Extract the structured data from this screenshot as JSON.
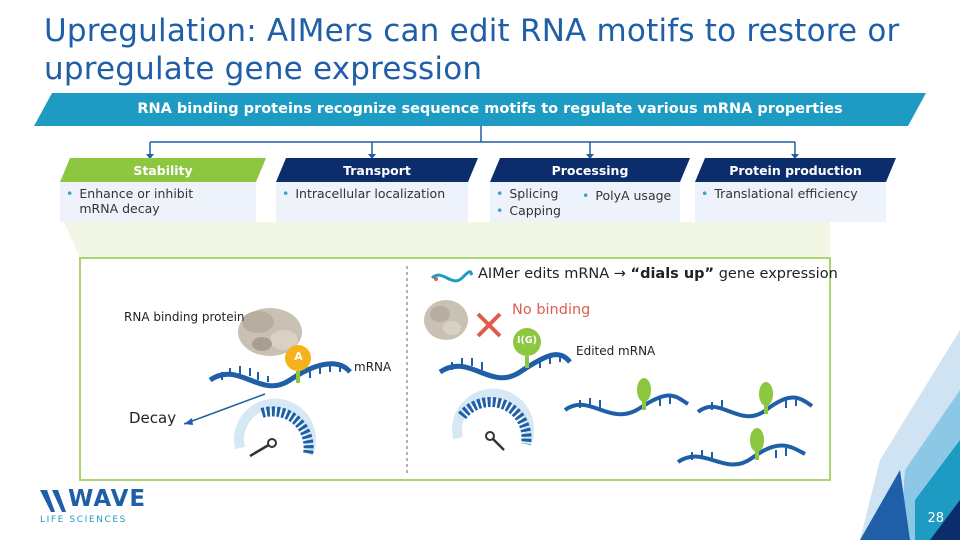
{
  "slide": {
    "title": "Upregulation: AIMers can edit RNA motifs to restore or upregulate gene expression",
    "banner": "RNA binding proteins recognize sequence motifs to regulate various mRNA properties",
    "page_number": "28"
  },
  "categories": [
    {
      "label": "Stability",
      "color": "#8dc63f",
      "bullets": [
        "Enhance or inhibit mRNA decay"
      ]
    },
    {
      "label": "Transport",
      "color": "#0b2d6b",
      "bullets": [
        "Intracellular localization"
      ]
    },
    {
      "label": "Processing",
      "color": "#0b2d6b",
      "bullets": [
        "Splicing",
        "Capping",
        "PolyA usage"
      ]
    },
    {
      "label": "Protein production",
      "color": "#0b2d6b",
      "bullets": [
        "Translational efficiency"
      ]
    }
  ],
  "diagram": {
    "left": {
      "rbp_label": "RNA binding protein",
      "mrna_label": "mRNA",
      "nucleotide": "A",
      "decay_label": "Decay"
    },
    "right": {
      "header_prefix": "AIMer edits mRNA → ",
      "header_bold": "“dials up”",
      "header_suffix": " gene expression",
      "no_binding": "No binding",
      "edited_mrna_label": "Edited mRNA",
      "edited_nucleotide": "I(G)"
    }
  },
  "logo": {
    "name": "WAVE",
    "sub": "LIFE SCIENCES"
  },
  "colors": {
    "title": "#1f5fa8",
    "banner": "#1e9bc2",
    "green": "#8dc63f",
    "navy": "#0b2d6b",
    "red": "#e05c4b"
  }
}
